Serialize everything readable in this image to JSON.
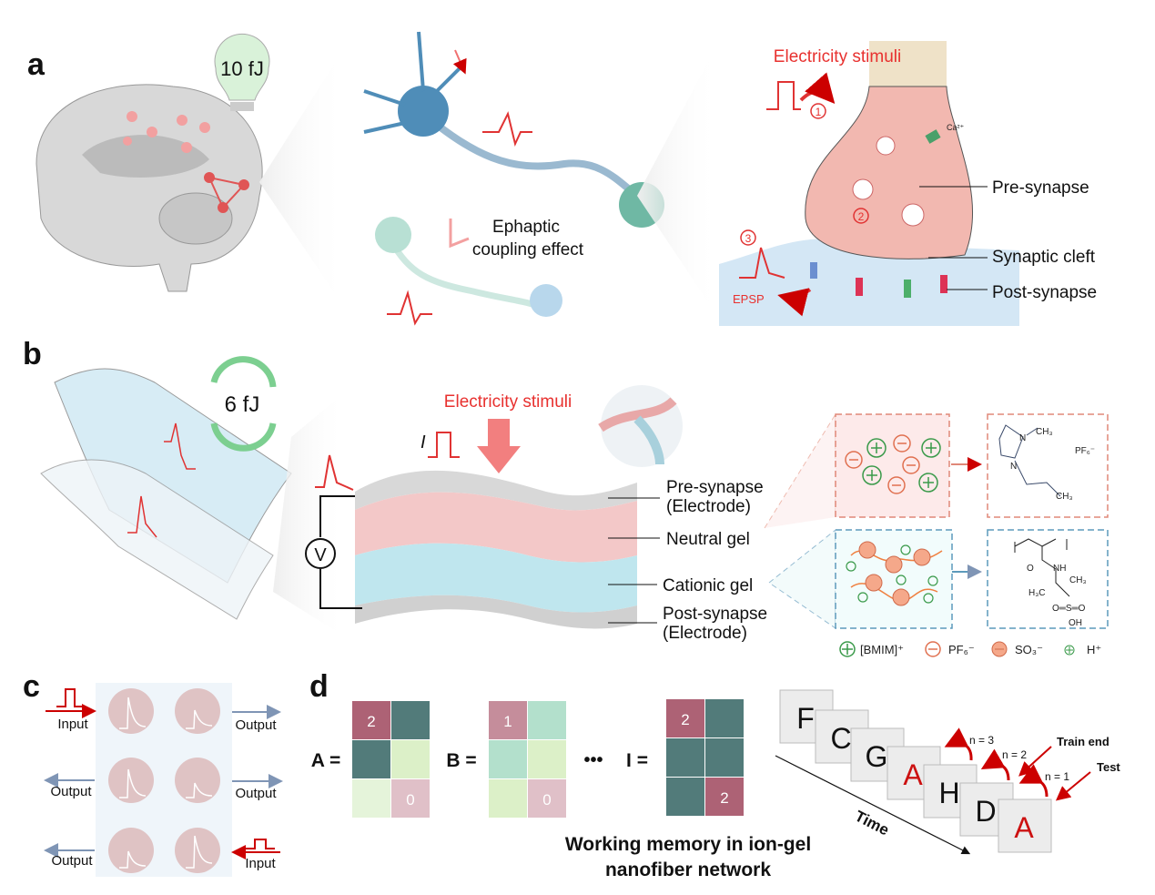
{
  "panels": {
    "a": "a",
    "b": "b",
    "c": "c",
    "d": "d"
  },
  "panel_a": {
    "energy_badge": "10 fJ",
    "ephaptic_line1": "Ephaptic",
    "ephaptic_line2": "coupling effect",
    "stimuli_title": "Electricity stimuli",
    "step1": "1",
    "step2": "2",
    "step3": "3",
    "ion": "Ca²⁺",
    "pre_synapse": "Pre-synapse",
    "synaptic_cleft": "Synaptic cleft",
    "post_synapse": "Post-synapse",
    "epsp": "EPSP"
  },
  "panel_b": {
    "energy_badge": "6 fJ",
    "stimuli_title": "Electricity stimuli",
    "current_symbol": "I",
    "voltmeter": "V",
    "pre_synapse_1": "Pre-synapse",
    "pre_synapse_2": "(Electrode)",
    "neutral_gel": "Neutral gel",
    "cationic_gel": "Cationic gel",
    "post_synapse_1": "Post-synapse",
    "post_synapse_2": "(Electrode)",
    "chem_bmim": {
      "methyl_top": "CH₃",
      "n_plus": "N",
      "n": "N",
      "methyl_end": "CH₃",
      "anion": "PF₆⁻"
    },
    "chem_polymer": {
      "o": "O",
      "nh": "NH",
      "ch3": "CH₃",
      "h3c": "H₃C",
      "so": "O═S═O",
      "oh": "OH"
    },
    "legend": [
      {
        "label": "[BMIM]⁺",
        "color": "#3a9a4a"
      },
      {
        "label": "PF₆⁻",
        "color": "#e07050"
      },
      {
        "label": "SO₃⁻",
        "color": "#f0a080"
      },
      {
        "label": "H⁺",
        "color": "#3a9a4a"
      }
    ]
  },
  "panel_c": {
    "input_top": "Input",
    "output_top_right": "Output",
    "output_mid_left": "Output",
    "output_mid_right": "Output",
    "output_bottom_left": "Output",
    "input_bottom_right": "Input"
  },
  "panel_d": {
    "matrices": [
      {
        "label": "A =",
        "cells": [
          [
            "2",
            ""
          ],
          [
            "",
            ""
          ],
          [
            "",
            "0"
          ]
        ],
        "colors": [
          [
            "#ad6275",
            "#527b7a"
          ],
          [
            "#527b7a",
            "#dcf0c8"
          ],
          [
            "#e5f4da",
            "#e0c0c8"
          ]
        ]
      },
      {
        "label": "B =",
        "cells": [
          [
            "1",
            ""
          ],
          [
            "",
            ""
          ],
          [
            "",
            "0"
          ]
        ],
        "colors": [
          [
            "#c58d9b",
            "#b3e0cc"
          ],
          [
            "#b3e0cc",
            "#dcf0c8"
          ],
          [
            "#dcf0c8",
            "#e0c0c8"
          ]
        ]
      },
      {
        "label": "I =",
        "cells": [
          [
            "2",
            ""
          ],
          [
            "",
            ""
          ],
          [
            "",
            "2"
          ]
        ],
        "colors": [
          [
            "#ad6275",
            "#527b7a"
          ],
          [
            "#527b7a",
            "#527b7a"
          ],
          [
            "#527b7a",
            "#ad6275"
          ]
        ]
      }
    ],
    "ellipsis": "•••",
    "caption_line1": "Working memory in ion-gel",
    "caption_line2": "nanofiber network",
    "sequence": [
      {
        "letter": "F",
        "highlight": false
      },
      {
        "letter": "C",
        "highlight": false
      },
      {
        "letter": "G",
        "highlight": false
      },
      {
        "letter": "A",
        "highlight": true
      },
      {
        "letter": "H",
        "highlight": false
      },
      {
        "letter": "D",
        "highlight": false
      },
      {
        "letter": "A",
        "highlight": true
      }
    ],
    "n3": "n = 3",
    "n2": "n = 2",
    "n1": "n = 1",
    "train_end": "Train end",
    "test": "Test",
    "time": "Time"
  }
}
